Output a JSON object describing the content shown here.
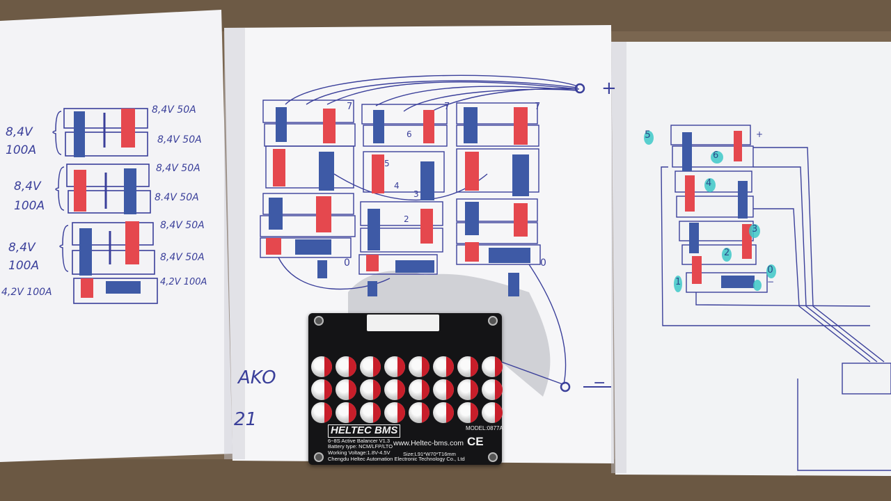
{
  "sheet_left": {
    "labels": [
      "8,4V",
      "100A",
      "8,4V",
      "100A",
      "8,4V",
      "100A",
      "4,2V 100A"
    ],
    "right_labels": [
      "8,4V 50A",
      "8,4V 50A",
      "8,4V 50A",
      "8.4V 50A",
      "8,4V 50A",
      "8,4V 50A",
      "4,2V 100A"
    ]
  },
  "sheet_center": {
    "marks": [
      "+",
      "−",
      "7",
      "7",
      "7",
      "6",
      "5",
      "4",
      "3",
      "2",
      "0",
      "0"
    ],
    "scrawl": [
      "AKO",
      "21"
    ]
  },
  "sheet_right": {
    "marks": [
      "5",
      "6",
      "4",
      "3",
      "2",
      "1",
      "0",
      "+",
      "−"
    ]
  },
  "board": {
    "brand": "HELTEC BMS",
    "model": "MODEL:0877A",
    "lines": [
      "6~8S Active Balancer V1.3",
      "Battery type: NCM/LFP/LTO",
      "Working Voltage:1.8V-4.5V"
    ],
    "url": "www.Heltec-bms.com",
    "size": "Size:L91*W70*T16mm",
    "maker": "Chengdu Heltec Automation Electronic Technology Co., Ltd",
    "cert": "CE",
    "capacitor_count": 24
  },
  "colors": {
    "ink": "#3a3f9a",
    "red_cell": "#e5484e",
    "blue_cell": "#3e5aa6",
    "teal": "#3ec8c8",
    "paper": "#f4f4f6",
    "ground": "#7a6650",
    "pcb": "#141416"
  }
}
